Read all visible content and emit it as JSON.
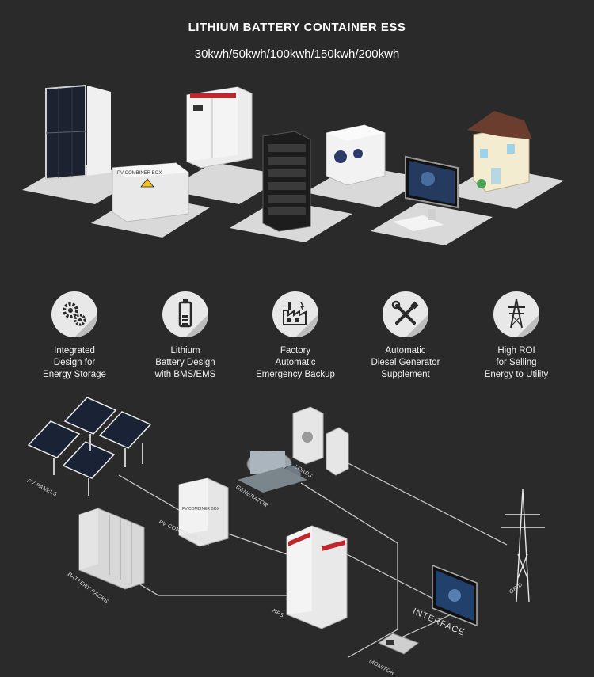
{
  "header": {
    "title": "LITHIUM BATTERY CONTAINER ESS",
    "subtitle": "30kwh/50kwh/100kwh/150kwh/200kwh"
  },
  "products": {
    "combiner_label": "PV COMBINER BOX"
  },
  "features": [
    {
      "icon": "gears-icon",
      "lines": [
        "Integrated",
        "Design for",
        "Energy Storage"
      ]
    },
    {
      "icon": "battery-icon",
      "lines": [
        "Lithium",
        "Battery Design",
        "with BMS/EMS"
      ]
    },
    {
      "icon": "factory-icon",
      "lines": [
        "Factory",
        "Automatic",
        "Emergency Backup"
      ]
    },
    {
      "icon": "tools-icon",
      "lines": [
        "Automatic",
        "Diesel Generator",
        "Supplement"
      ]
    },
    {
      "icon": "tower-icon",
      "lines": [
        "High ROI",
        "for Selling",
        "Energy to Utility"
      ]
    }
  ],
  "diagram": {
    "pv_panels": "PV PANELS",
    "loads": "LOADS",
    "generator": "GENERATOR",
    "combiner": "PV COMBINER BOX",
    "combiner_box_text": "PV COMBINER BOX",
    "battery_racks": "BATTERY RACKS",
    "hps": "HPS",
    "grid": "GRID",
    "interface": "INTERFACE",
    "monitor": "MONITOR"
  },
  "colors": {
    "background": "#2a2a2a",
    "tile": "#d9d9d9",
    "icon_circle": "#e8e8e8",
    "accent_red": "#c0262d"
  }
}
